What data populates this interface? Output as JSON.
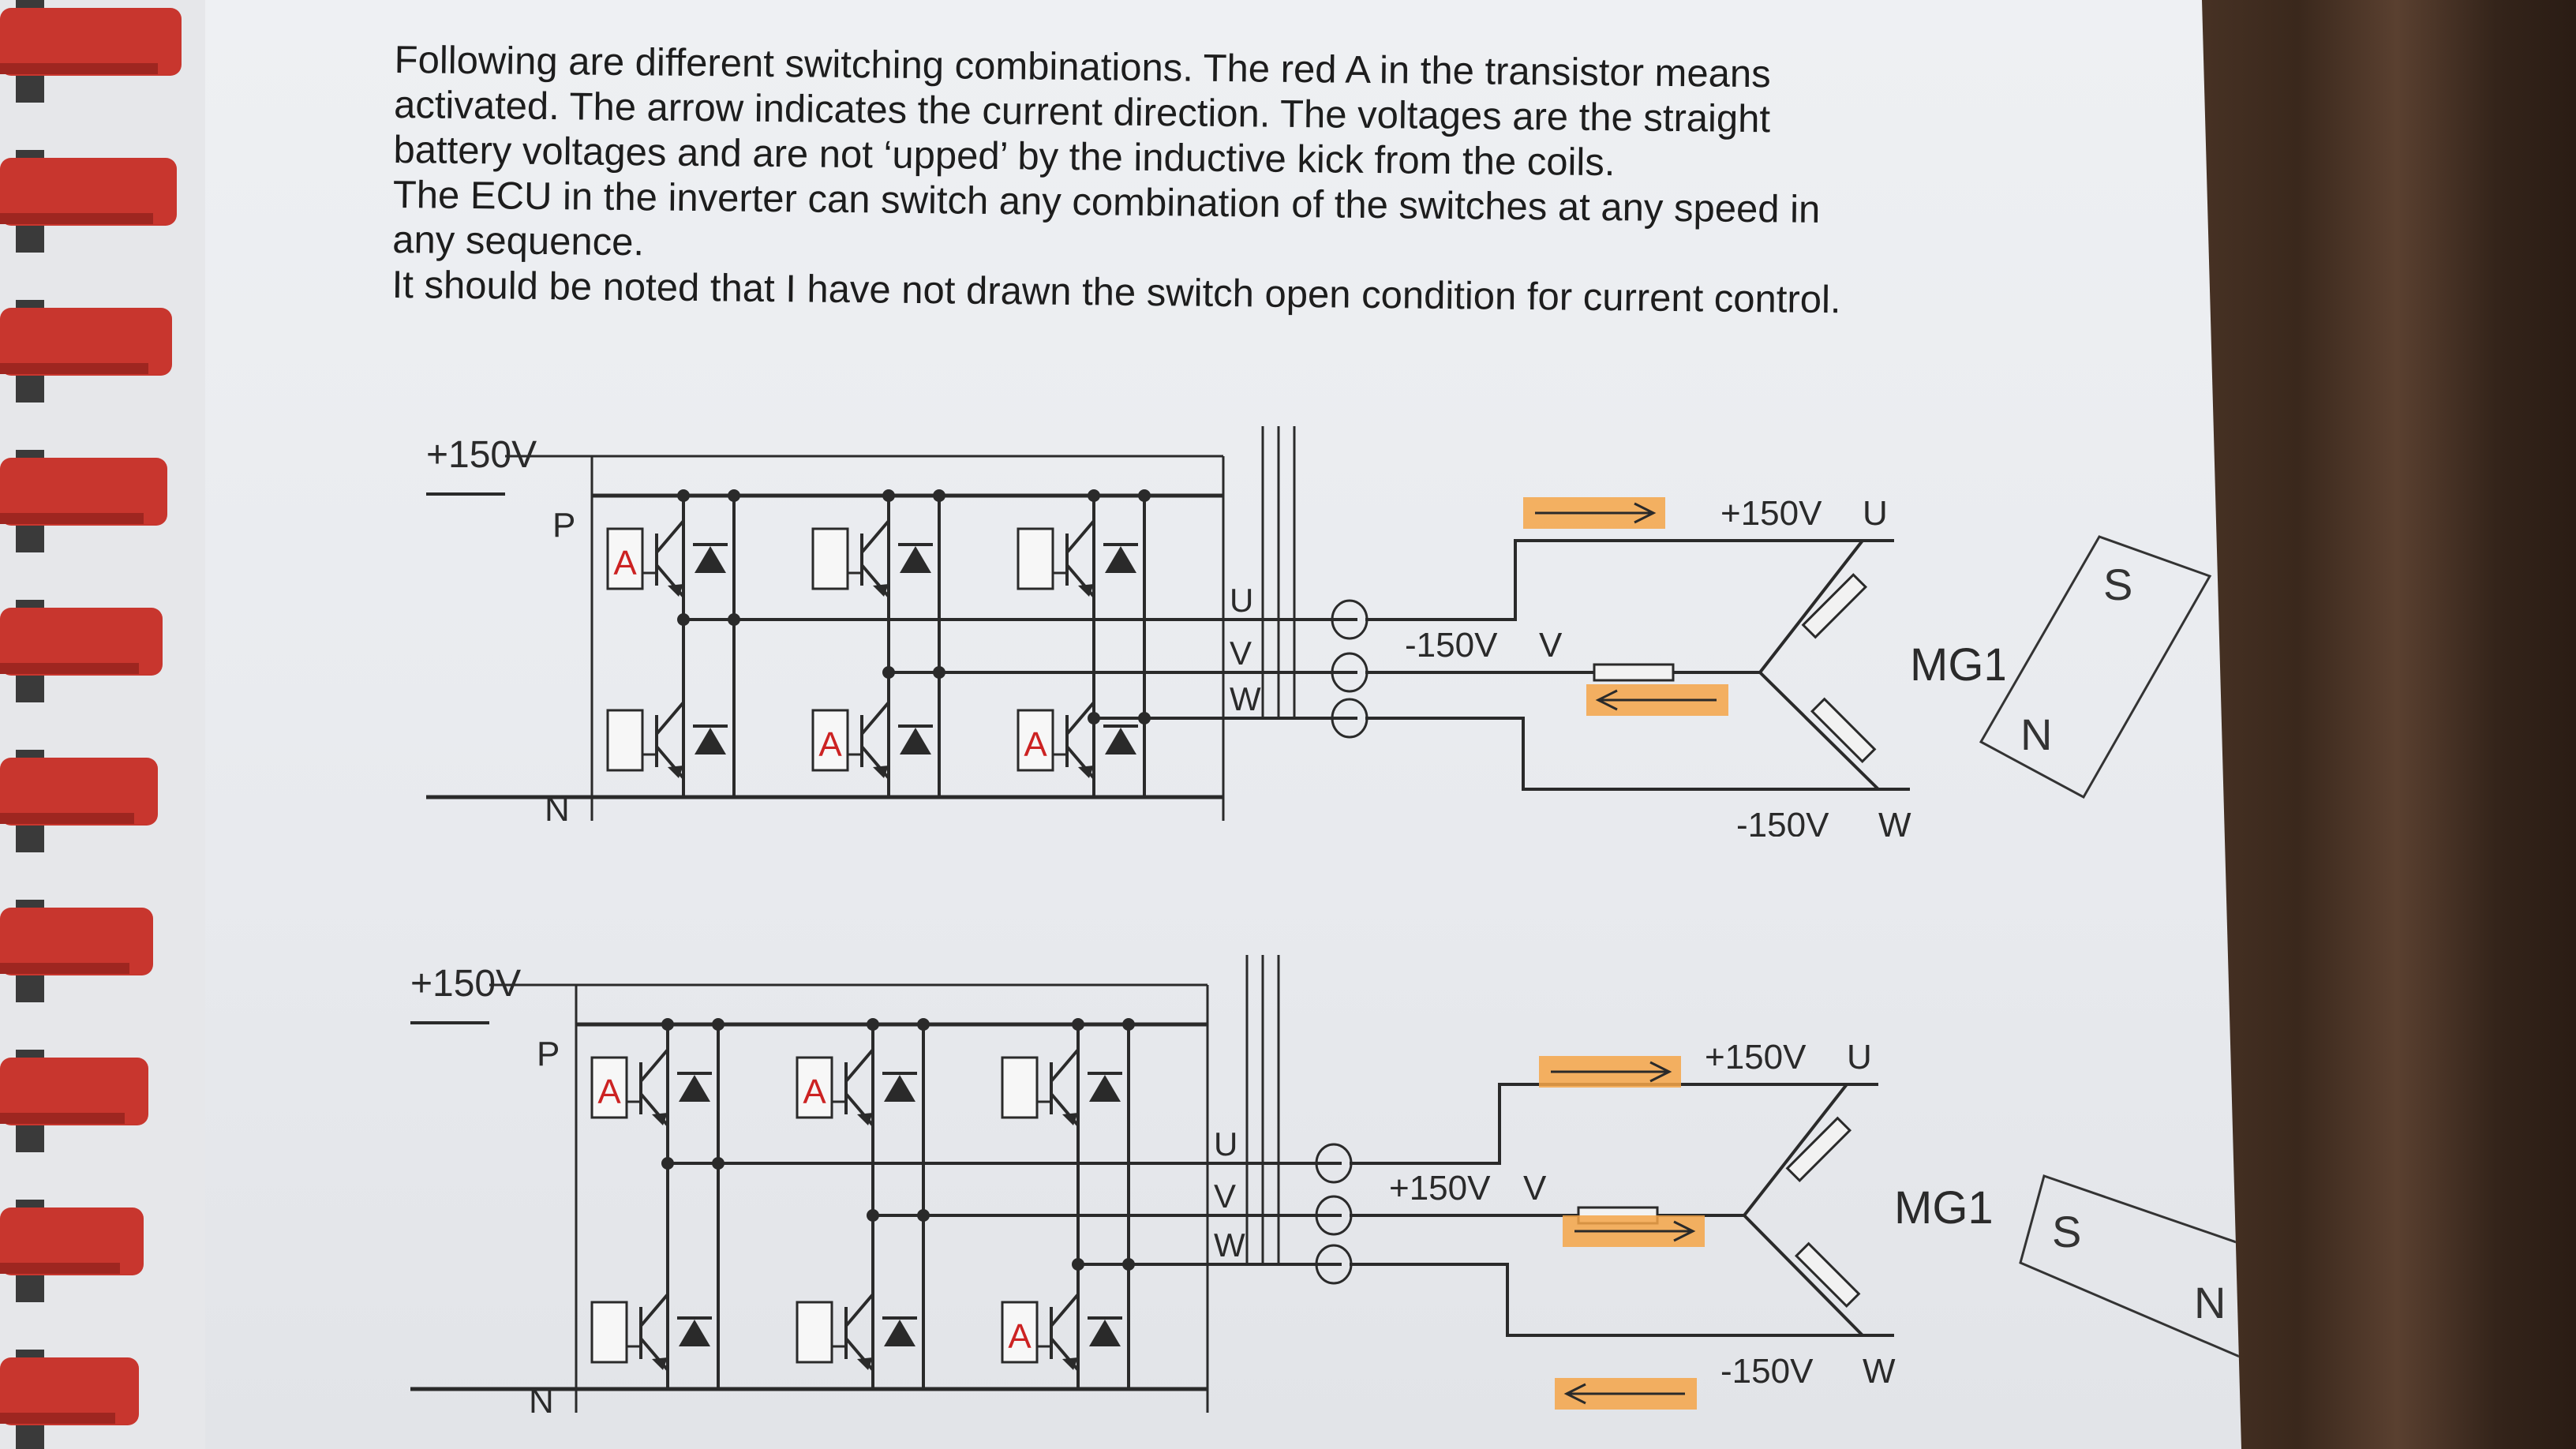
{
  "text": {
    "lines": [
      "Following are different switching combinations. The red A in the transistor means",
      "activated. The arrow indicates the current direction. The voltages are the straight",
      "battery voltages and are not ‘upped’ by the inductive kick from the coils.",
      "The ECU in the inverter can switch any combination of the switches at any speed in",
      "any sequence.",
      "It should be noted that I have not drawn the switch open condition for current control."
    ]
  },
  "diagrams": [
    {
      "supply": "+150V",
      "rail_p": "P",
      "rail_n": "N",
      "phase_labels": [
        "U",
        "V",
        "W"
      ],
      "active_marker": "A",
      "upper_active": [
        true,
        false,
        false
      ],
      "lower_active": [
        false,
        true,
        true
      ],
      "u_voltage": "+150V",
      "u_label": "U",
      "v_voltage": "-150V",
      "v_label": "V",
      "w_voltage": "-150V",
      "w_label": "W",
      "motor": "MG1",
      "note_marks": [
        "S",
        "N"
      ]
    },
    {
      "supply": "+150V",
      "rail_p": "P",
      "rail_n": "N",
      "phase_labels": [
        "U",
        "V",
        "W"
      ],
      "active_marker": "A",
      "upper_active": [
        true,
        true,
        false
      ],
      "lower_active": [
        false,
        false,
        true
      ],
      "u_voltage": "+150V",
      "u_label": "U",
      "v_voltage": "+150V",
      "v_label": "V",
      "w_voltage": "-150V",
      "w_label": "W",
      "motor": "MG1",
      "note_marks": [
        "S",
        "N"
      ]
    }
  ],
  "colors": {
    "ink": "#2a2a2a",
    "active": "#cc2222",
    "highlight": "#f5a548",
    "binding_red": "#c8362e"
  }
}
